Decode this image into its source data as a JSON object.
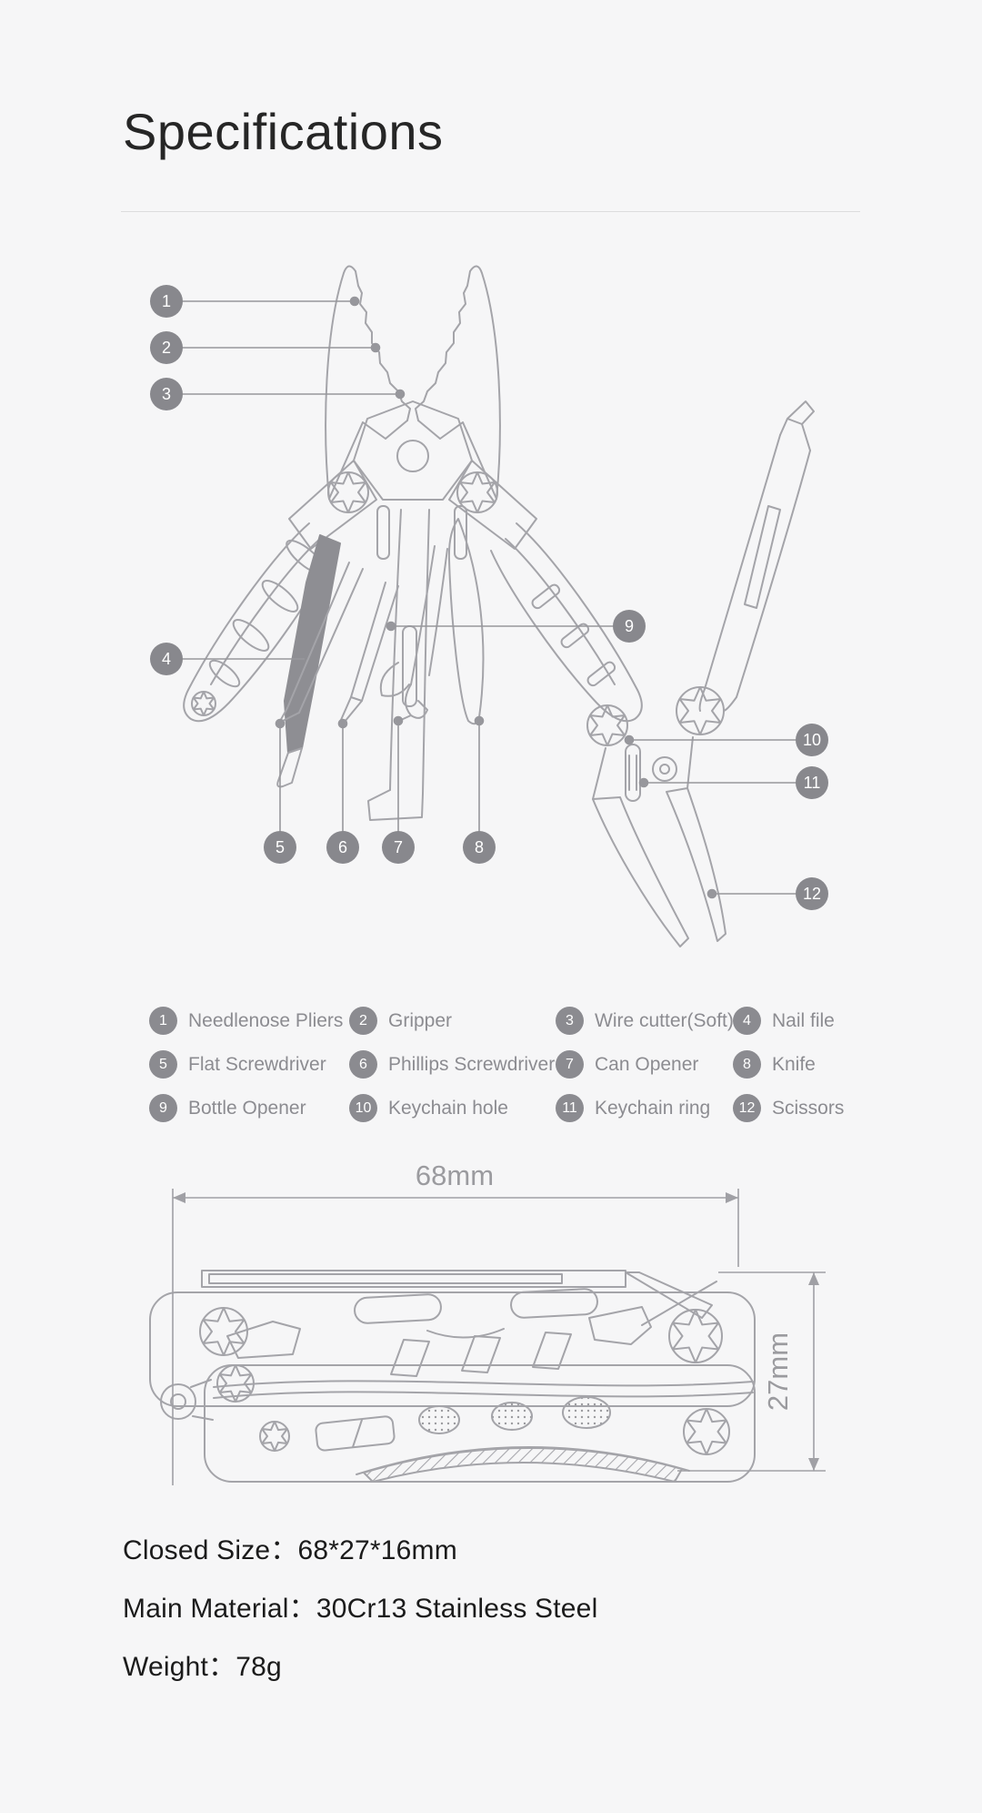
{
  "header": {
    "title": "Specifications"
  },
  "diagram": {
    "callouts": [
      {
        "num": "1"
      },
      {
        "num": "2"
      },
      {
        "num": "3"
      },
      {
        "num": "4"
      },
      {
        "num": "5"
      },
      {
        "num": "6"
      },
      {
        "num": "7"
      },
      {
        "num": "8"
      },
      {
        "num": "9"
      },
      {
        "num": "10"
      },
      {
        "num": "11"
      },
      {
        "num": "12"
      }
    ]
  },
  "legend": {
    "items": [
      {
        "num": "1",
        "label": "Needlenose Pliers"
      },
      {
        "num": "2",
        "label": "Gripper"
      },
      {
        "num": "3",
        "label": "Wire cutter(Soft)"
      },
      {
        "num": "4",
        "label": "Nail file"
      },
      {
        "num": "5",
        "label": "Flat Screwdriver"
      },
      {
        "num": "6",
        "label": "Phillips Screwdriver"
      },
      {
        "num": "7",
        "label": "Can Opener"
      },
      {
        "num": "8",
        "label": "Knife"
      },
      {
        "num": "9",
        "label": "Bottle Opener"
      },
      {
        "num": "10",
        "label": "Keychain hole"
      },
      {
        "num": "11",
        "label": "Keychain ring"
      },
      {
        "num": "12",
        "label": "Scissors"
      }
    ]
  },
  "closed_view": {
    "width_label": "68mm",
    "height_label": "27mm"
  },
  "specs": {
    "lines": [
      {
        "text": "Closed Size：68*27*16mm"
      },
      {
        "text": "Main Material：30Cr13 Stainless Steel"
      },
      {
        "text": "Weight：78g"
      }
    ]
  },
  "colors": {
    "background": "#f6f6f7",
    "badge": "#88888d",
    "line_art": "#a4a4a9",
    "legend_text": "#8c8c91",
    "spec_text": "#1b1b1b",
    "dim_text": "#9b9b9f"
  }
}
